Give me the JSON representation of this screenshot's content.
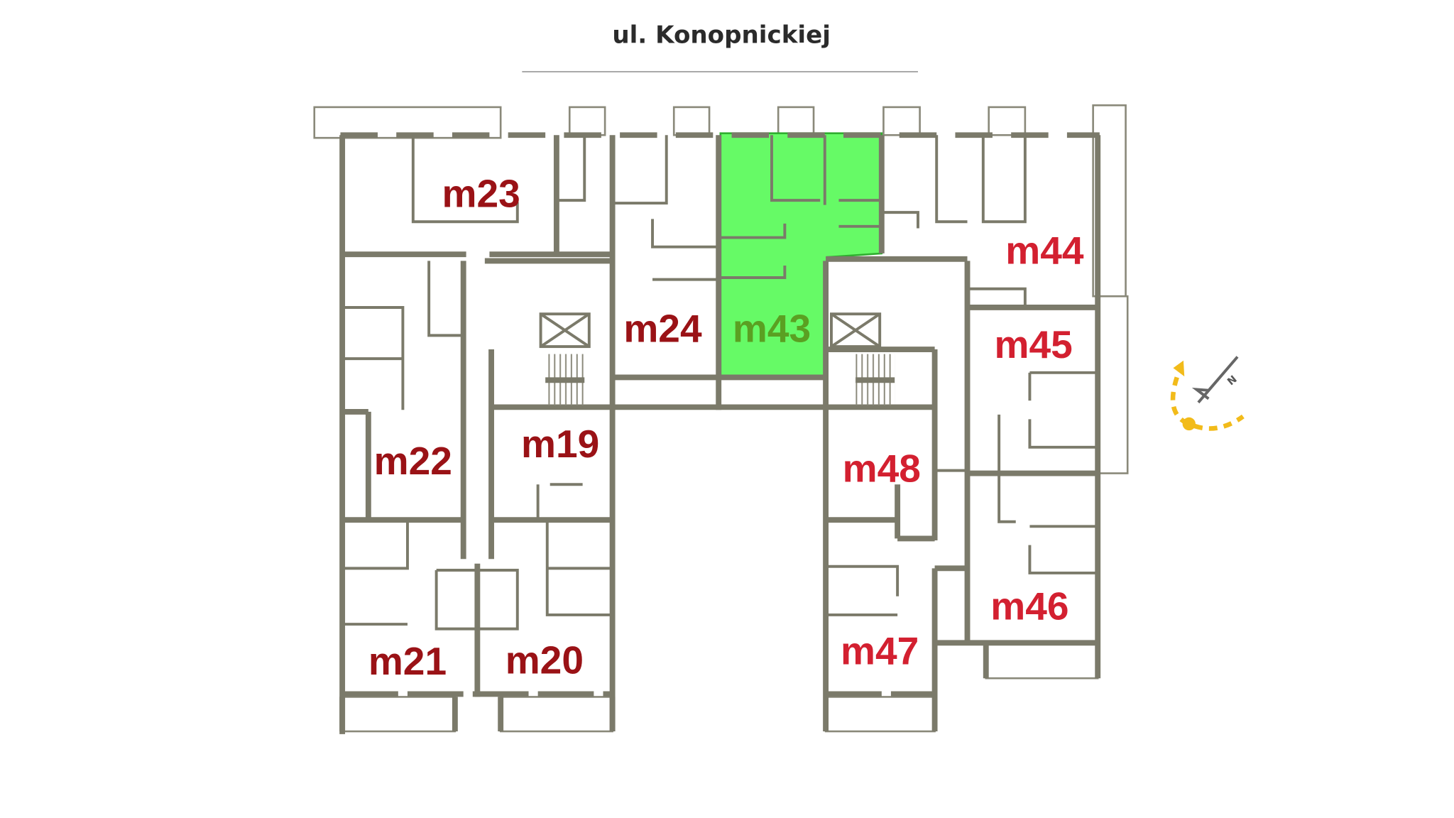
{
  "street": "ul. Konopnickiej",
  "colors": {
    "label_dark": "#9a1216",
    "label_bright": "#d32030",
    "selected_fill": "#66fa66",
    "selected_label": "#5aa022",
    "compass": "#f2bb1a",
    "wall": "#7b7a6a"
  },
  "units": {
    "m23": "m23",
    "m24": "m24",
    "m43": "m43",
    "m44": "m44",
    "m45": "m45",
    "m22": "m22",
    "m19": "m19",
    "m48": "m48",
    "m21": "m21",
    "m20": "m20",
    "m46": "m46",
    "m47": "m47"
  },
  "selected_unit": "m43",
  "compass": {
    "north_label": "N",
    "icon": "compass-north-icon"
  }
}
